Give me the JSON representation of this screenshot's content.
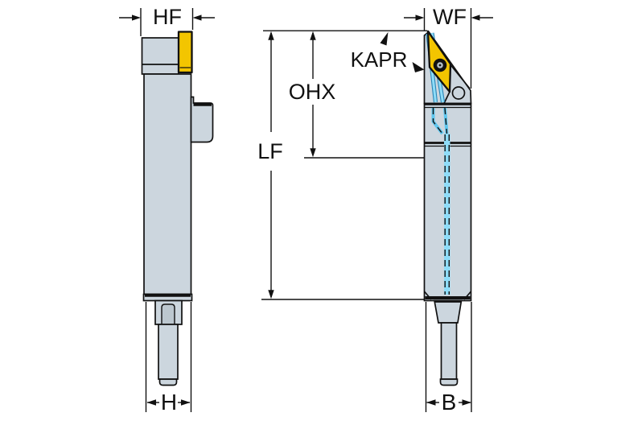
{
  "labels": {
    "hf": "HF",
    "wf": "WF",
    "kapr": "KAPR",
    "ohx": "OHX",
    "lf": "LF",
    "h": "H",
    "b": "B"
  },
  "colors": {
    "body_gray": "#ccd6de",
    "detail_gray": "#bcc7cf",
    "insert_yellow": "#f3c500",
    "coolant_blue_light": "#8edcf8",
    "coolant_blue_mid": "#5ec7ef",
    "coolant_blue_dark": "#2a85b5",
    "outline": "#111111",
    "background": "#ffffff"
  }
}
